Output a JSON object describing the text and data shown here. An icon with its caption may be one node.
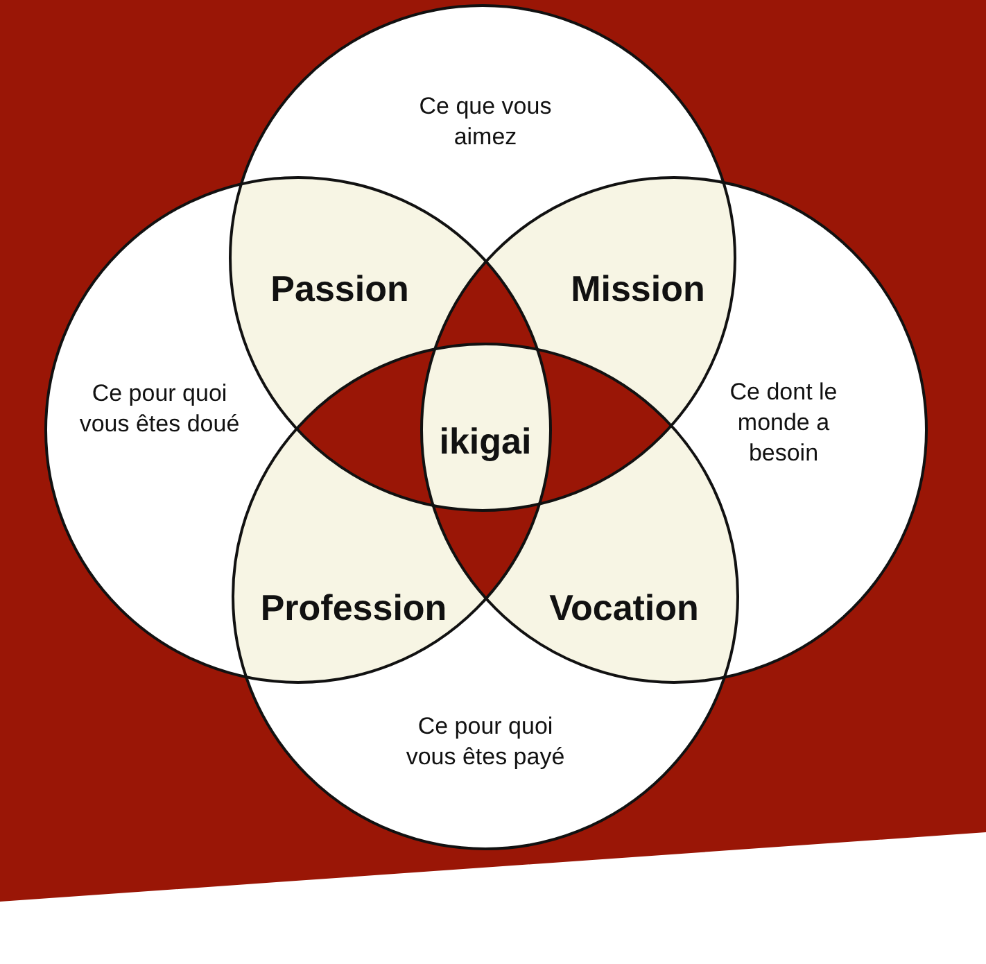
{
  "diagram": {
    "nodes": [
      {
        "text": [
          "Ce que vous aimez"
        ]
      },
      {
        "text": [
          "Ce pour quoi vous êtes doué"
        ]
      },
      {
        "text": [
          "Ce dont le monde a besoin"
        ]
      },
      {
        "text": [
          "Ce pour quoi vous êtes payé"
        ]
      },
      {
        "text": [
          "Passion"
        ]
      },
      {
        "text": [
          "Mission"
        ]
      },
      {
        "text": [
          "ikigai"
        ]
      },
      {
        "text": [
          "Profession"
        ]
      },
      {
        "text": [
          "Vocation"
        ]
      }
    ]
  }
}
